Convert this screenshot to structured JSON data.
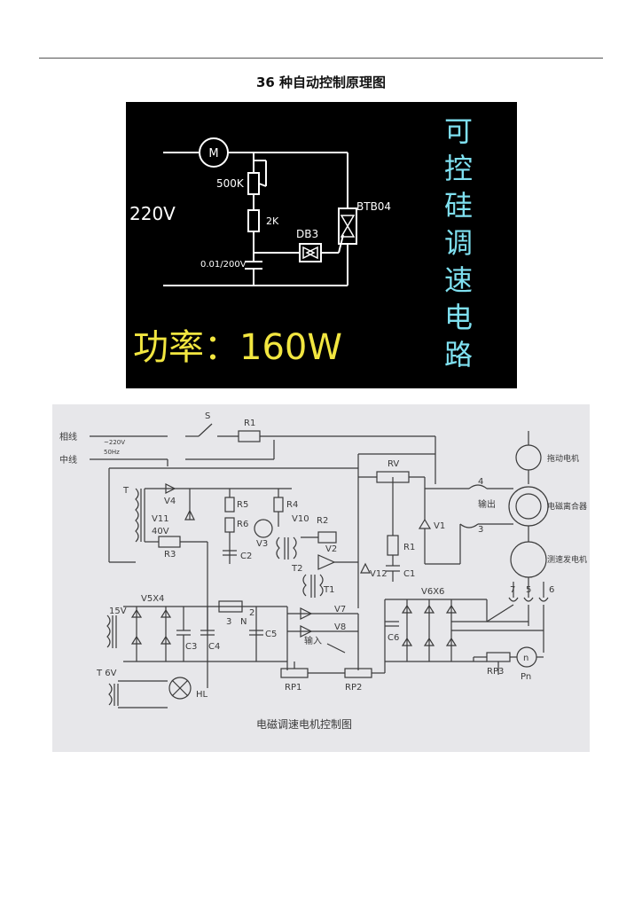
{
  "page": {
    "title": "36 种自动控制原理图"
  },
  "figure1": {
    "labels": {
      "motor": "M",
      "voltage": "220V",
      "pot": "500K",
      "resistor": "2K",
      "diac": "DB3",
      "triac": "BTB04",
      "capacitor": "0.01/200V",
      "power": "功率：160W"
    },
    "vertical_text": [
      "可",
      "控",
      "硅",
      "调",
      "速",
      "电",
      "路"
    ],
    "colors": {
      "background": "#000000",
      "wire": "#ffffff",
      "power_text": "#f2e640",
      "vertical_text": "#7fe0f0"
    }
  },
  "figure2": {
    "caption": "电磁调速电机控制图",
    "labels": {
      "phase": "相线",
      "neutral": "中线",
      "supply1": "~220V",
      "supply2": "50Hz",
      "switch": "S",
      "fuse": "R1",
      "transformer": "T",
      "v4": "V4",
      "v11": "V11",
      "v40": "40V",
      "r3": "R3",
      "r5": "R5",
      "r6": "R6",
      "r4": "R4",
      "v3": "V3",
      "c2": "C2",
      "v10": "V10",
      "r2": "R2",
      "v2": "V2",
      "t2": "T2",
      "t1": "T1",
      "rv": "RV",
      "r1b": "R1",
      "v12": "V12",
      "c1": "C1",
      "v1": "V1",
      "output": "输出",
      "pin4": "4",
      "pin3": "3",
      "drag_motor": "拖动电机",
      "clutch": "电磁离合器",
      "tacho": "测速发电机",
      "pins": [
        "7",
        "5",
        "6"
      ],
      "v5x4": "V5X4",
      "v15": "15V",
      "c3": "C3",
      "c4": "C4",
      "n": "N",
      "n3": "3",
      "n2": "2",
      "c5": "C5",
      "v7": "V7",
      "v8": "V8",
      "input": "输入",
      "c6": "C6",
      "v6x6": "V6X6",
      "rp1": "RP1",
      "rp2": "RP2",
      "rp3": "RP3",
      "pn": "Pn",
      "n_circle": "n",
      "t6v": "T 6V",
      "hl": "HL"
    },
    "colors": {
      "background": "#e7e7ea",
      "ink": "#3a3a3a"
    }
  }
}
